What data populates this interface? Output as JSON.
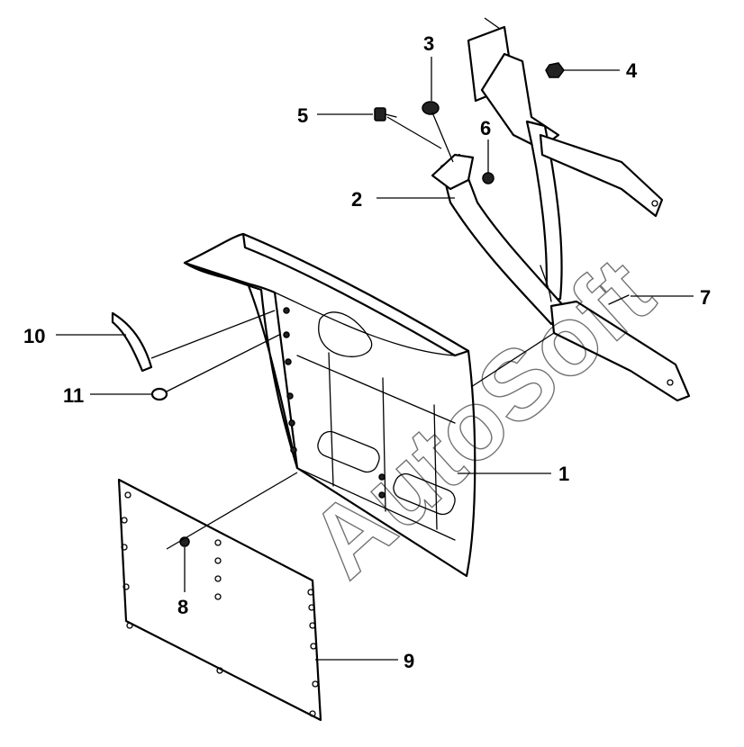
{
  "watermark": "AutoSoft",
  "callouts": [
    "1",
    "2",
    "3",
    "4",
    "5",
    "6",
    "7",
    "8",
    "9",
    "10",
    "11"
  ]
}
